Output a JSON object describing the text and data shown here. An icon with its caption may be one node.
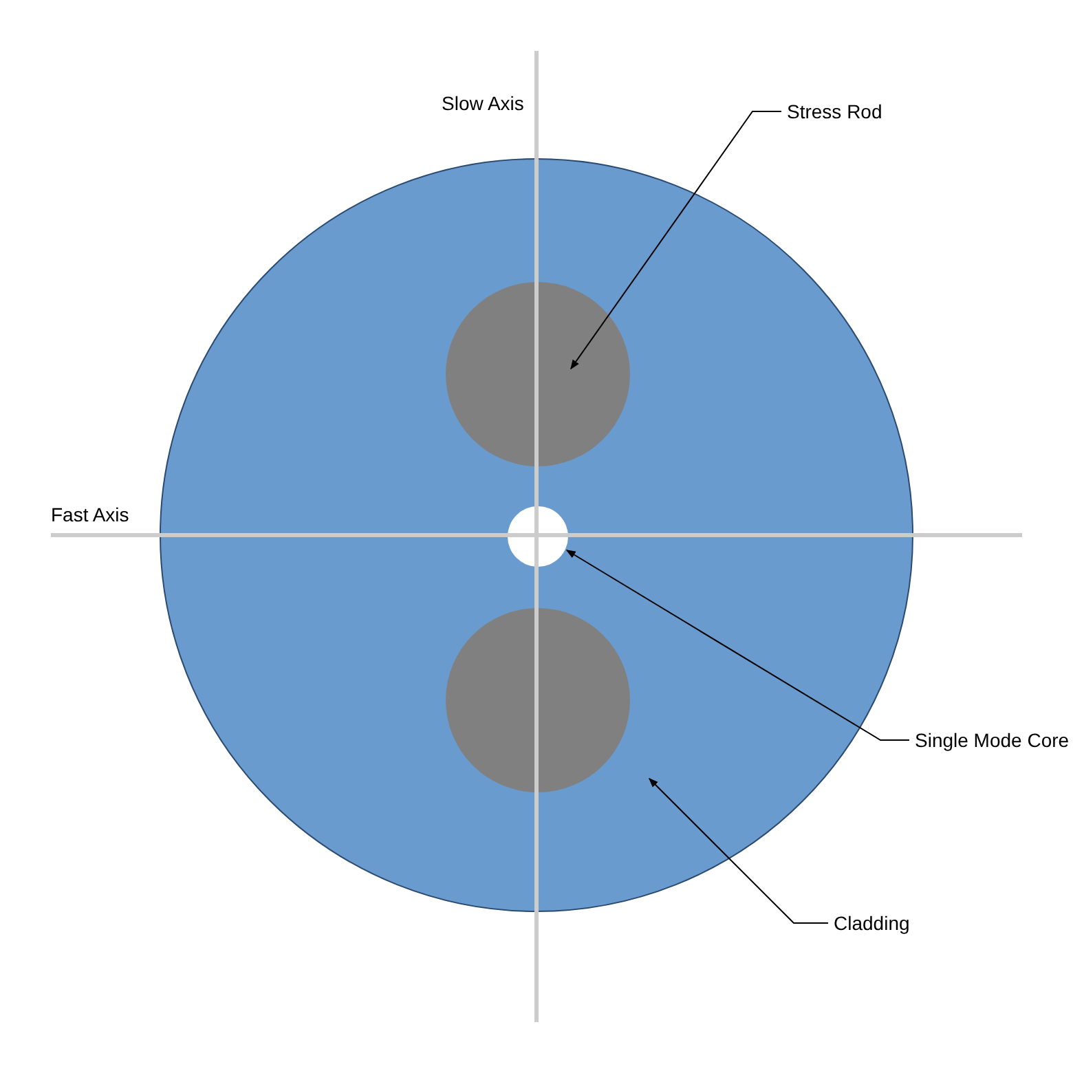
{
  "diagram": {
    "nodes": [
      {
        "text": [
          "Stress Rod"
        ]
      },
      {
        "text": [],
        "shape": "circle"
      },
      {
        "text": [],
        "shape": "circle",
        "in": 1
      },
      {
        "text": [],
        "shape": "circle",
        "in": 1
      },
      {
        "text": [
          "Single Mode Core"
        ]
      },
      {
        "text": [],
        "shape": "circle",
        "in": 1
      },
      {
        "text": [
          "Cladding"
        ]
      }
    ],
    "edges": [
      {
        "from": 0,
        "to": 2,
        "arrow": "to"
      },
      {
        "from": 4,
        "to": 3,
        "arrow": "to"
      },
      {
        "from": 6,
        "to": 1,
        "arrow": "to"
      }
    ],
    "labels": [
      "Slow Axis",
      "Fast Axis"
    ]
  }
}
